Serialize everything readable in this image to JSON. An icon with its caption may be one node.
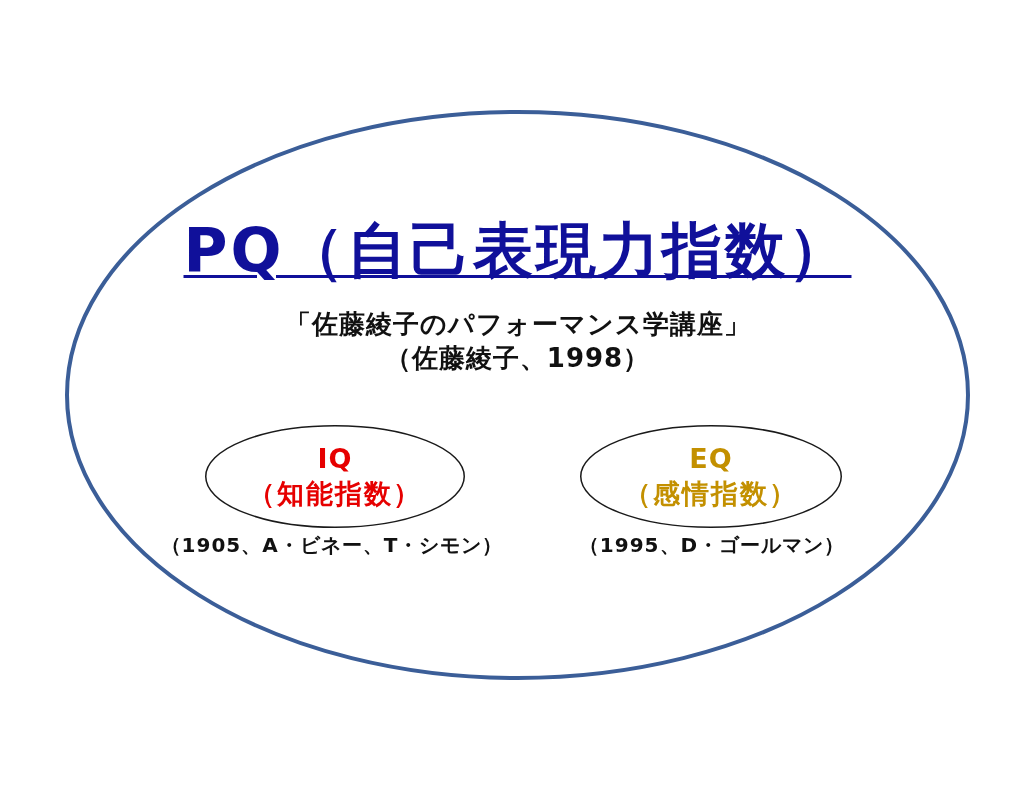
{
  "diagram": {
    "nodes": [
      {
        "text": [
          "PQ（自己表現力指数）",
          "「佐藤綾子のパフォーマンス学講座」",
          "（佐藤綾子、1998）"
        ]
      },
      {
        "text": [
          "IQ",
          "（知能指数）"
        ],
        "in": 0,
        "beside": [
          "（1905、A・ビネー、T・シモン）"
        ]
      },
      {
        "text": [
          "EQ",
          "（感情指数）"
        ],
        "in": 0,
        "beside": [
          "（1995、D・ゴールマン）"
        ]
      }
    ]
  }
}
